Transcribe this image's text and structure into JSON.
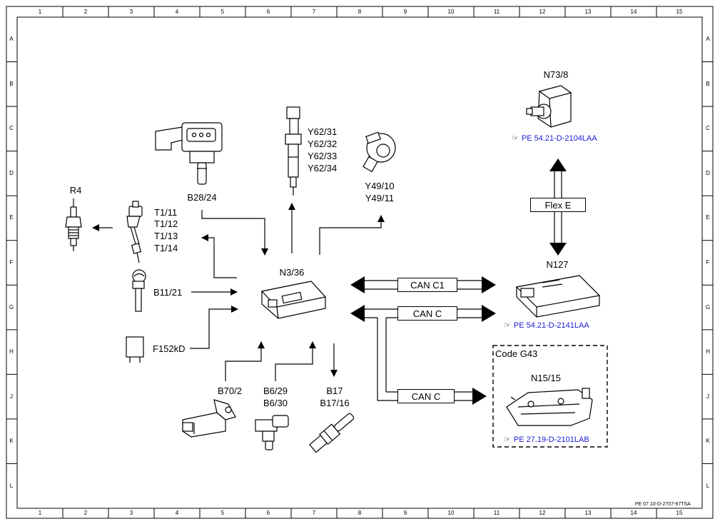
{
  "grid": {
    "columns": [
      "1",
      "2",
      "3",
      "4",
      "5",
      "6",
      "7",
      "8",
      "9",
      "10",
      "11",
      "12",
      "13",
      "14",
      "15"
    ],
    "rows": [
      "A",
      "B",
      "C",
      "D",
      "E",
      "F",
      "G",
      "H",
      "J",
      "K",
      "L"
    ]
  },
  "document_ref": "PE 07.10-D-2707-97TSA",
  "components": {
    "r4": "R4",
    "t1": [
      "T1/11",
      "T1/12",
      "T1/13",
      "T1/14"
    ],
    "b28": "B28/24",
    "y62": [
      "Y62/31",
      "Y62/32",
      "Y62/33",
      "Y62/34"
    ],
    "y49": [
      "Y49/10",
      "Y49/11"
    ],
    "n73": "N73/8",
    "n36": "N3/36",
    "b11": "B11/21",
    "f152": "F152kD",
    "b70": "B70/2",
    "b6": [
      "B6/29",
      "B6/30"
    ],
    "b17": [
      "B17",
      "B17/16"
    ],
    "n127": "N127",
    "n15": "N15/15",
    "code_g43": "Code G43"
  },
  "buses": {
    "flex_e": "Flex E",
    "can_c1": "CAN C1",
    "can_c_upper": "CAN C",
    "can_c_lower": "CAN C"
  },
  "references": {
    "n73": "PE 54.21-D-2104LAA",
    "n127": "PE 54.21-D-2141LAA",
    "n15": "PE 27.19-D-2101LAB"
  },
  "icons": [
    "pointing-hand-icon"
  ]
}
